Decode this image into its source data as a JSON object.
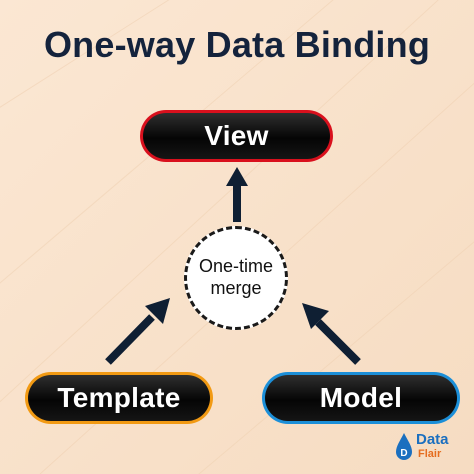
{
  "title": "One-way Data Binding",
  "nodes": {
    "view": "View",
    "template": "Template",
    "model": "Model",
    "merge_line1": "One-time",
    "merge_line2": "merge"
  },
  "colors": {
    "view_border": "#d9101d",
    "template_border": "#f29a13",
    "model_border": "#1c8fd8",
    "pill_fill": "#0b0b0b",
    "title_color": "#14233c",
    "background": "#f9e3cd"
  },
  "logo": {
    "word1": "Data",
    "word2": "Flair"
  }
}
